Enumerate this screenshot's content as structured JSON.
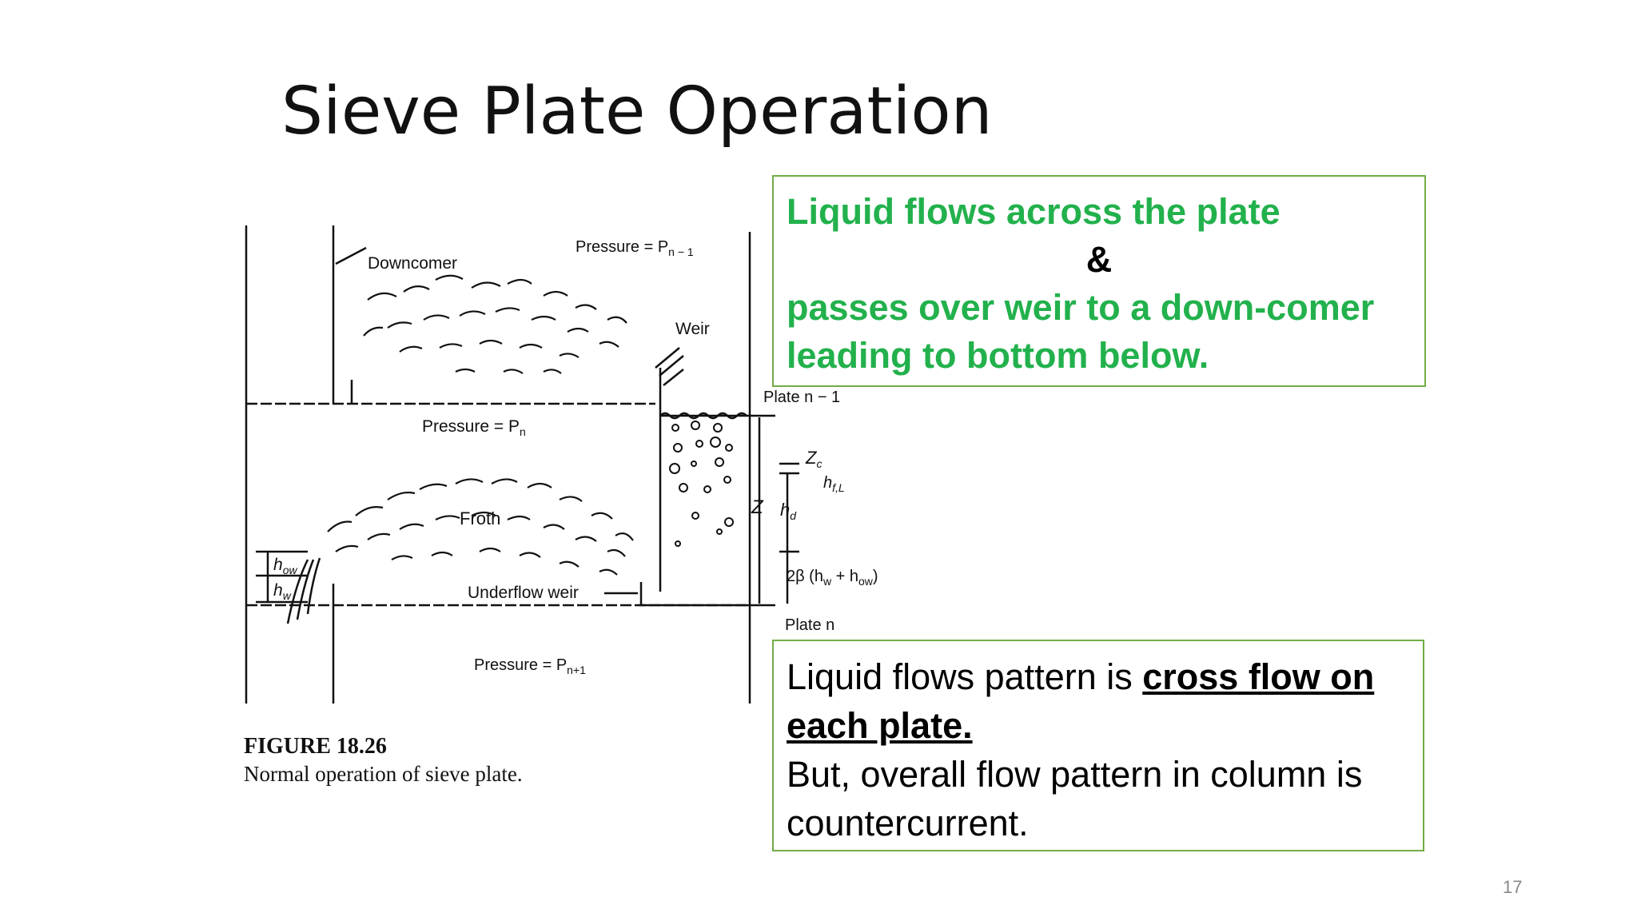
{
  "slide": {
    "title": "Sieve Plate Operation",
    "page_number": "17"
  },
  "box_top": {
    "line1": "Liquid flows across the plate",
    "amp": "&",
    "line2": "passes over weir to a down-comer",
    "line3": "leading to bottom  below."
  },
  "box_bottom": {
    "line1_prefix": "Liquid flows pattern is ",
    "line1_emph": "cross flow on",
    "line2_emph": "each plate.",
    "line3": "But, overall flow pattern in column is",
    "line4": "countercurrent."
  },
  "figure": {
    "caption_title": "FIGURE 18.26",
    "caption_text": "Normal operation of sieve plate.",
    "labels": {
      "downcomer": "Downcomer",
      "pressure_top": "Pressure = P",
      "pressure_top_sub": "n − 1",
      "weir": "Weir",
      "pressure_mid": "Pressure = P",
      "pressure_mid_sub": "n",
      "plate_top": "Plate n − 1",
      "froth": "Froth",
      "zc": "Z",
      "zc_sub": "c",
      "hfl": "h",
      "hfl_sub": "f,L",
      "z": "Z",
      "hd": "h",
      "hd_sub": "d",
      "how": "h",
      "how_sub": "ow",
      "hw": "h",
      "hw_sub": "w",
      "underflow": "Underflow weir",
      "beta": "2β (h",
      "beta_mid": "w",
      "beta_plus": " + h",
      "beta_end": "ow",
      "beta_close": ")",
      "plate_bottom": "Plate n",
      "pressure_bot": "Pressure = P",
      "pressure_bot_sub": "n+1"
    }
  },
  "colors": {
    "accent_green": "#22b14c",
    "box_border": "#70ad47"
  }
}
